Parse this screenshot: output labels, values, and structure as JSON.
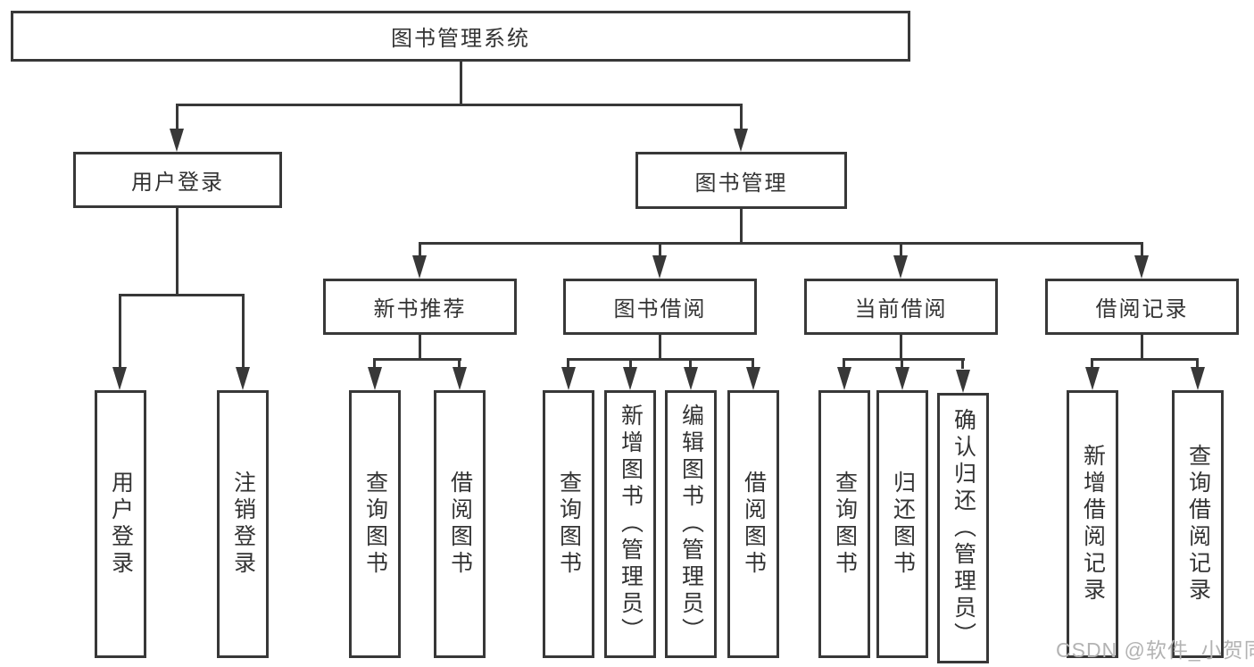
{
  "diagram": {
    "title": "图书管理系统",
    "type": "hierarchy-tree",
    "colors": {
      "line": "#383838",
      "border": "#383838",
      "text": "#333333",
      "box_background": "#ffffff",
      "page_background": "#ffffff",
      "watermark": "#b3b3b3"
    }
  },
  "watermark": {
    "text": "CSDN @软件_小贺同学"
  },
  "nodes": {
    "root": {
      "label": "图书管理系统"
    },
    "level2": {
      "user_login": {
        "label": "用户登录"
      },
      "book_management": {
        "label": "图书管理"
      }
    },
    "level3": {
      "new_book_recommend": {
        "label": "新书推荐"
      },
      "book_borrow": {
        "label": "图书借阅"
      },
      "current_borrow": {
        "label": "当前借阅"
      },
      "borrow_records": {
        "label": "借阅记录"
      }
    },
    "leaves": {
      "user_login": {
        "label": "用户登录",
        "parent": "用户登录"
      },
      "logout": {
        "label": "注销登录",
        "parent": "用户登录"
      },
      "query_books_recommend": {
        "label": "查询图书",
        "parent": "新书推荐"
      },
      "borrow_books_recommend": {
        "label": "借阅图书",
        "parent": "新书推荐"
      },
      "query_books_borrow": {
        "label": "查询图书",
        "parent": "图书借阅"
      },
      "add_books_admin": {
        "label": "新增图书（管理员）",
        "parent": "图书借阅"
      },
      "edit_books_admin": {
        "label": "编辑图书（管理员）",
        "parent": "图书借阅"
      },
      "borrow_books_borrow": {
        "label": "借阅图书",
        "parent": "图书借阅"
      },
      "query_books_current": {
        "label": "查询图书",
        "parent": "当前借阅"
      },
      "return_books": {
        "label": "归还图书",
        "parent": "当前借阅"
      },
      "confirm_return_admin": {
        "label": "确认归还（管理员）",
        "parent": "当前借阅"
      },
      "add_borrow_record": {
        "label": "新增借阅记录",
        "parent": "借阅记录"
      },
      "query_borrow_record": {
        "label": "查询借阅记录",
        "parent": "借阅记录"
      }
    }
  }
}
